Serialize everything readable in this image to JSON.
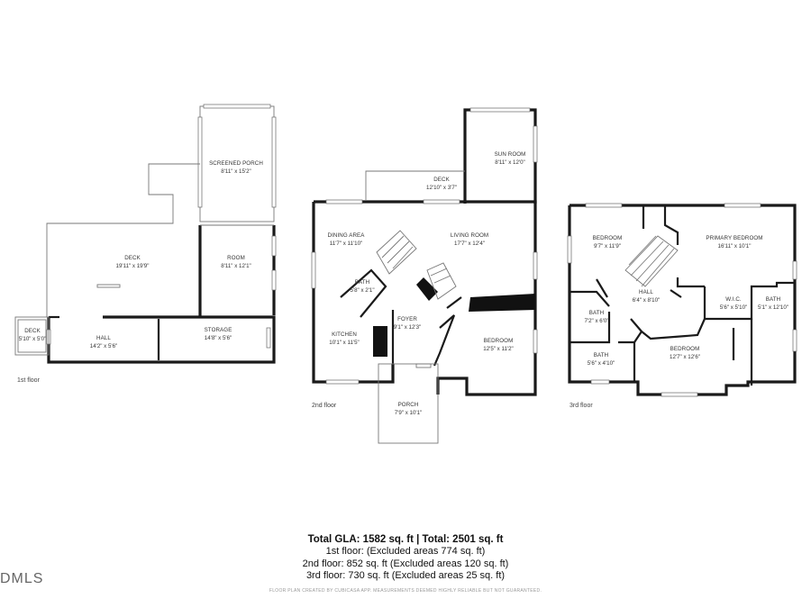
{
  "floors": [
    {
      "label": "1st floor",
      "rooms": [
        {
          "name": "SCREENED PORCH",
          "dims": "8'11\" x 15'2\""
        },
        {
          "name": "DECK",
          "dims": "19'11\" x 19'9\""
        },
        {
          "name": "ROOM",
          "dims": "8'11\" x 12'1\""
        },
        {
          "name": "DECK",
          "dims": "5'10\" x 5'0\""
        },
        {
          "name": "HALL",
          "dims": "14'2\" x 5'6\""
        },
        {
          "name": "STORAGE",
          "dims": "14'8\" x 5'6\""
        }
      ]
    },
    {
      "label": "2nd floor",
      "rooms": [
        {
          "name": "SUN ROOM",
          "dims": "8'11\" x 12'0\""
        },
        {
          "name": "DECK",
          "dims": "12'10\" x 3'7\""
        },
        {
          "name": "DINING AREA",
          "dims": "11'7\" x 11'10\""
        },
        {
          "name": "LIVING ROOM",
          "dims": "17'7\" x 12'4\""
        },
        {
          "name": "BATH",
          "dims": "5'8\" x 2'1\""
        },
        {
          "name": "FOYER",
          "dims": "9'1\" x 12'3\""
        },
        {
          "name": "KITCHEN",
          "dims": "10'1\" x 11'5\""
        },
        {
          "name": "BEDROOM",
          "dims": "12'5\" x 11'2\""
        },
        {
          "name": "PORCH",
          "dims": "7'9\" x 10'1\""
        }
      ]
    },
    {
      "label": "3rd floor",
      "rooms": [
        {
          "name": "BEDROOM",
          "dims": "9'7\" x 11'9\""
        },
        {
          "name": "PRIMARY BEDROOM",
          "dims": "16'11\" x 10'1\""
        },
        {
          "name": "HALL",
          "dims": "6'4\" x 8'10\""
        },
        {
          "name": "W.I.C.",
          "dims": "5'6\" x 5'10\""
        },
        {
          "name": "BATH",
          "dims": "5'1\" x 12'10\""
        },
        {
          "name": "BATH",
          "dims": "7'2\" x 6'0\""
        },
        {
          "name": "BEDROOM",
          "dims": "12'7\" x 12'6\""
        },
        {
          "name": "BATH",
          "dims": "5'6\" x 4'10\""
        }
      ]
    }
  ],
  "summary": {
    "total": "Total GLA: 1582 sq. ft | Total: 2501 sq. ft",
    "line1": "1st floor: (Excluded areas 774 sq. ft)",
    "line2": "2nd floor: 852 sq. ft (Excluded areas 120 sq. ft)",
    "line3": "3rd floor: 730 sq. ft (Excluded areas 25 sq. ft)"
  },
  "credit": "FLOOR PLAN CREATED BY CUBICASA APP. MEASUREMENTS DEEMED HIGHLY RELIABLE BUT NOT GUARANTEED.",
  "logo": "DMLS"
}
